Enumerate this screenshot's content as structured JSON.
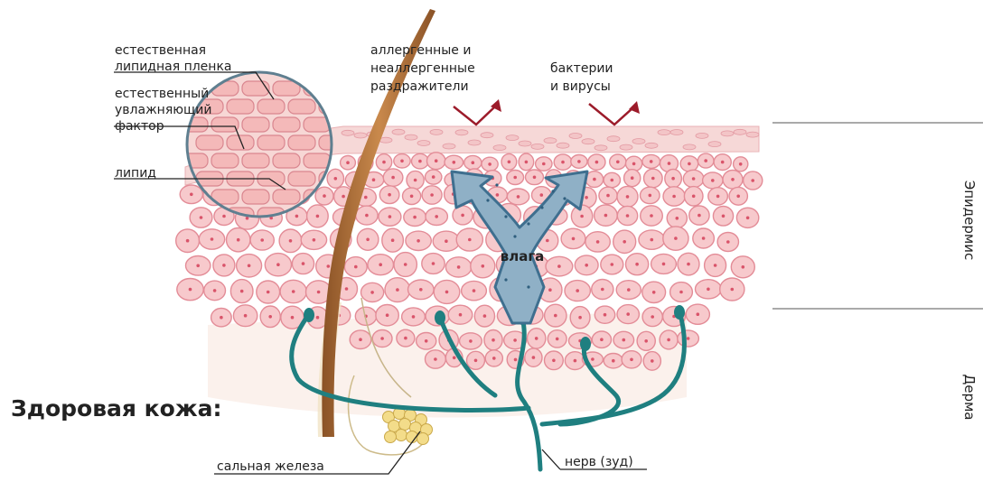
{
  "title": "Здоровая кожа:",
  "labels": {
    "lipid_film_1": "естественная",
    "lipid_film_2": "липидная пленка",
    "nmf_1": "естественный",
    "nmf_2": "увлажняющий",
    "nmf_3": "фактор",
    "lipid": "липид",
    "irritants_1": "аллергенные и",
    "irritants_2": "неаллергенные",
    "irritants_3": "раздражители",
    "bacteria_1": "бактерии",
    "bacteria_2": "и вирусы",
    "moisture": "влага",
    "sebaceous": "сальная железа",
    "nerve": "нерв (зуд)"
  },
  "layers": {
    "epidermis": "Эпидермис",
    "dermis": "Дерма"
  },
  "colors": {
    "cell_fill": "#f7c9cc",
    "cell_stroke": "#e38c97",
    "nucleus": "#d9546a",
    "nerve": "#1f7f80",
    "hair": "#b5773f",
    "arrow_fill": "#8fb0c6",
    "arrow_stroke": "#3f6f8f",
    "red_arrow": "#9c1b2a",
    "gland": "#f3dc8a",
    "lens_ring": "#5f7f90"
  }
}
